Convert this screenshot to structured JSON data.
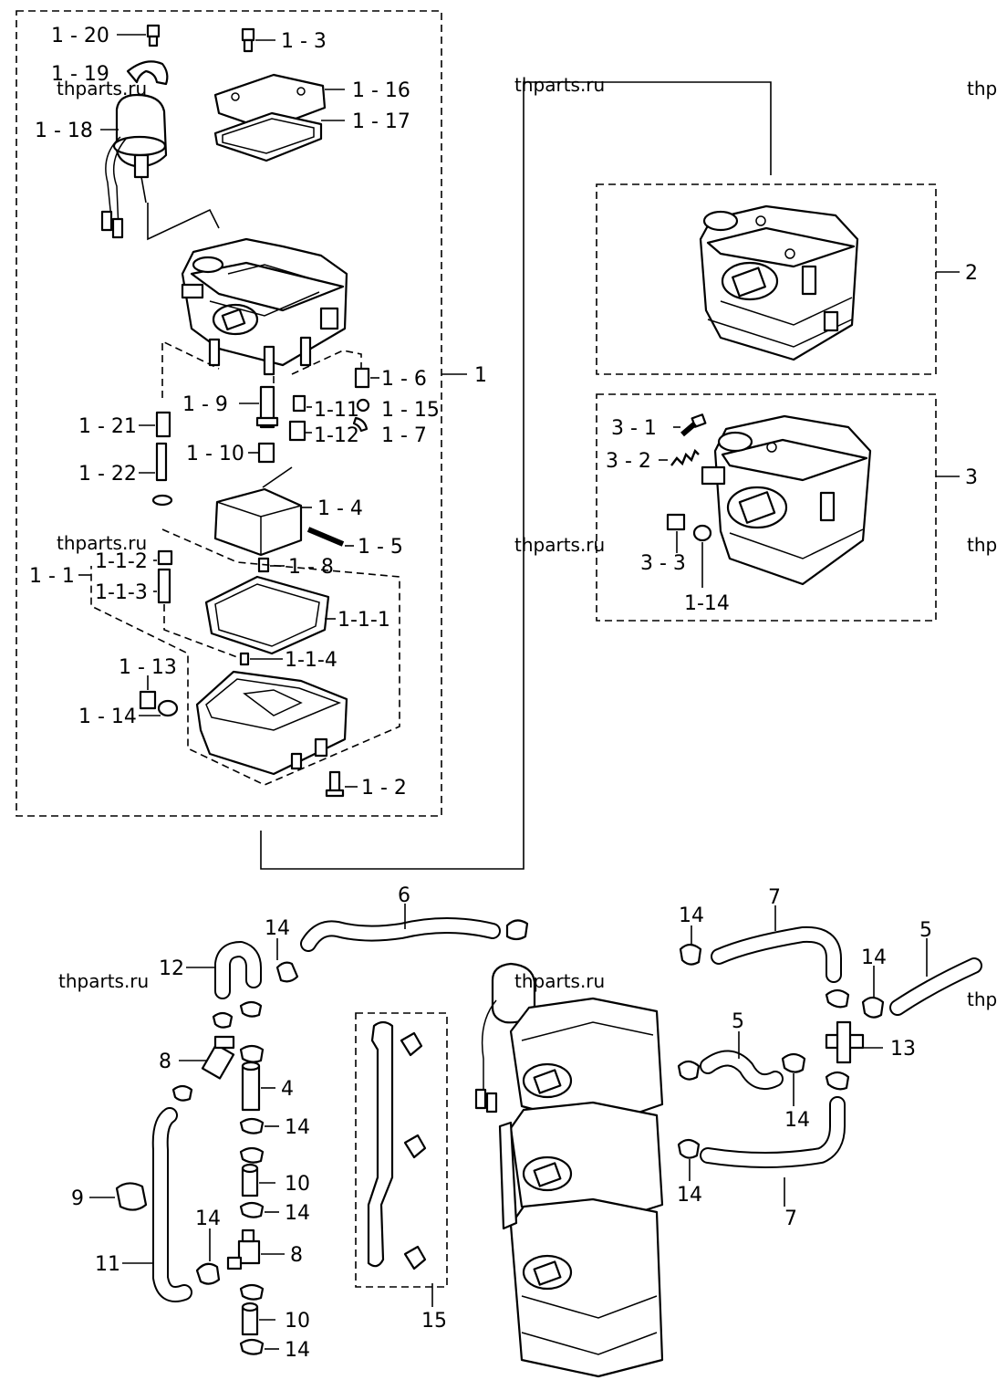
{
  "labels": {
    "l_1_20": "1 - 20",
    "l_1_3": "1 - 3",
    "l_1_19": "1 - 19",
    "l_1_16": "1 - 16",
    "l_1_17": "1 - 17",
    "l_1_18": "1 - 18",
    "l_1_6": "1 - 6",
    "l_1": "1",
    "l_1_9": "1 - 9",
    "l_1_11": "1-11",
    "l_1_15": "1 - 15",
    "l_1_12": "1-12",
    "l_1_7": "1 - 7",
    "l_1_21": "1 - 21",
    "l_1_10": "1 - 10",
    "l_1_22": "1 - 22",
    "l_1_4": "1 - 4",
    "l_1_5": "1 - 5",
    "l_1_1_2": "1-1-2",
    "l_1_8": "1 - 8",
    "l_1_1": "1 - 1",
    "l_1_1_3": "1-1-3",
    "l_1_1_1": "1-1-1",
    "l_1_1_4": "1-1-4",
    "l_1_13": "1 - 13",
    "l_1_14a": "1 - 14",
    "l_1_2": "1 - 2",
    "l_2": "2",
    "l_3": "3",
    "l_3_1": "3 - 1",
    "l_3_2": "3 - 2",
    "l_3_3": "3 - 3",
    "l_1_14b": "1-14",
    "l_6": "6",
    "l_7a": "7",
    "l_14a": "14",
    "l_14b": "14",
    "l_5a": "5",
    "l_12": "12",
    "l_14c": "14",
    "l_13": "13",
    "l_8a": "8",
    "l_4": "4",
    "l_5b": "5",
    "l_14d": "14",
    "l_14e": "14",
    "l_9": "9",
    "l_10a": "10",
    "l_14f": "14",
    "l_14g": "14",
    "l_14h": "14",
    "l_7b": "7",
    "l_11": "11",
    "l_8b": "8",
    "l_10b": "10",
    "l_15": "15",
    "l_14i": "14"
  },
  "watermarks": {
    "wm1": "thparts.ru",
    "wm2": "thparts.ru",
    "wm3": "thparts.ru",
    "wm4": "thparts.ru",
    "wm5": "thparts.ru",
    "wm6": "thparts.ru",
    "wm7": "thp",
    "wm8": "thp",
    "wm9": "thp"
  }
}
